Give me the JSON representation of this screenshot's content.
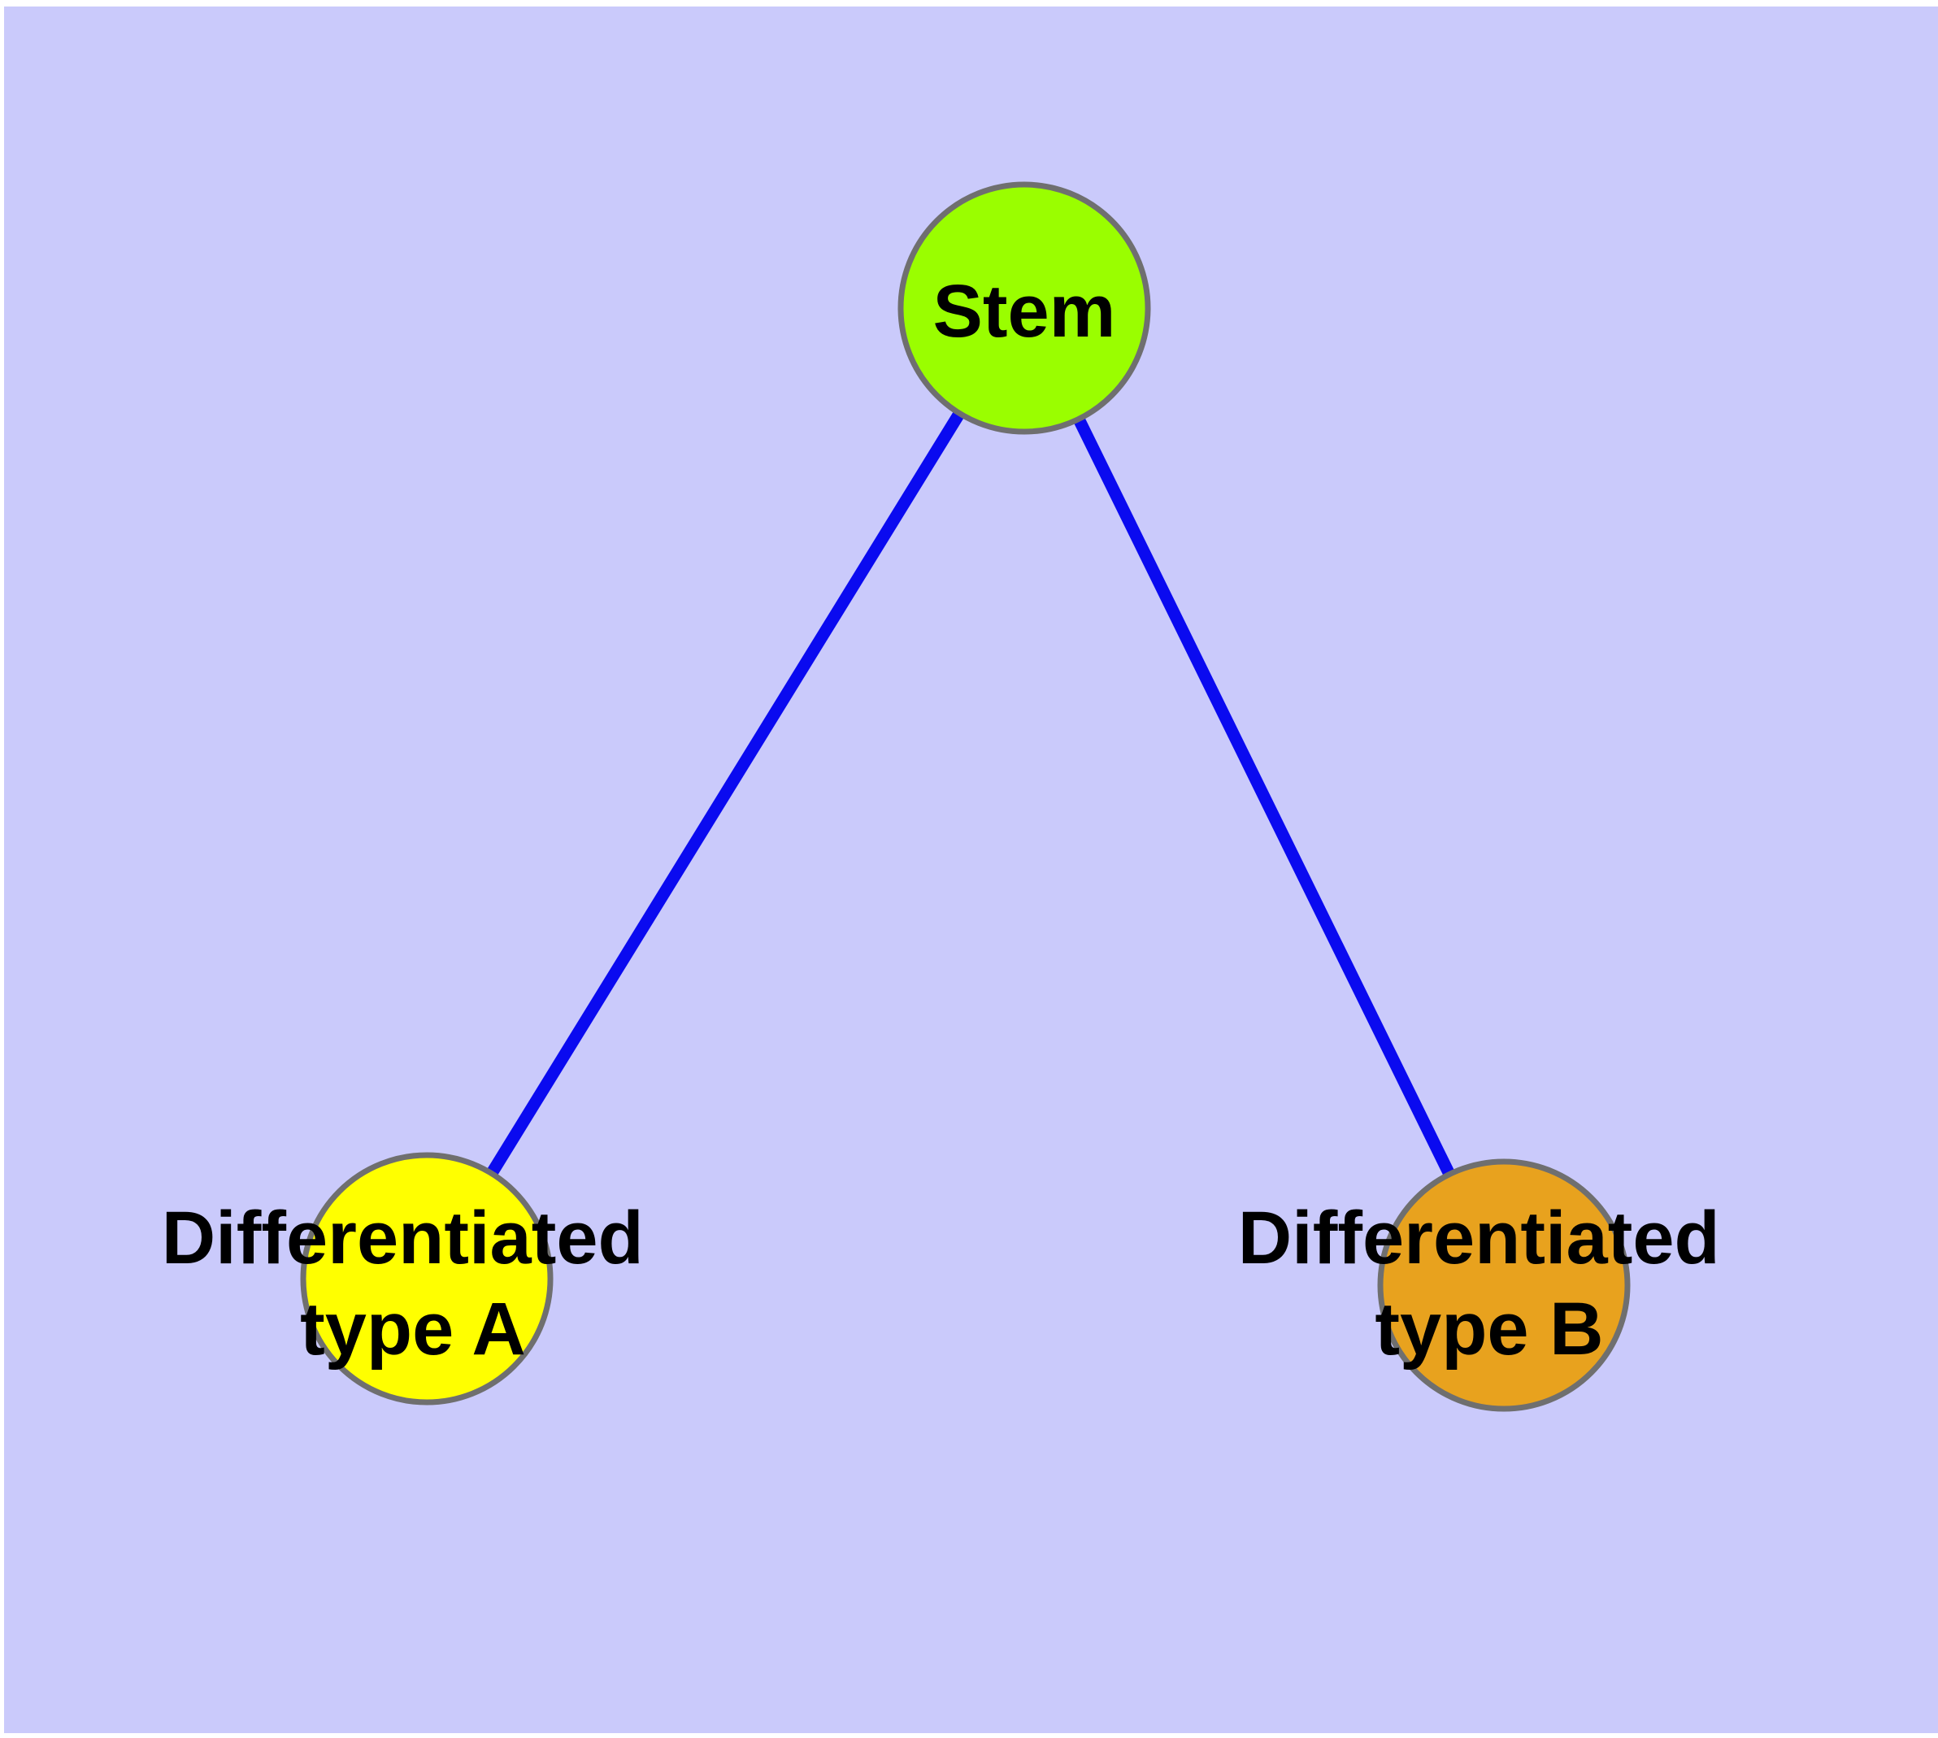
{
  "diagram": {
    "type": "node-link-graph",
    "nodes": [
      {
        "id": "stem",
        "label": "Stem",
        "color": "#9AFE00",
        "shape": "circle"
      },
      {
        "id": "type-a",
        "label": "Differentiated type A",
        "label_lines": [
          "Differentiated",
          "type A"
        ],
        "color": "#FFFF00",
        "shape": "circle"
      },
      {
        "id": "type-b",
        "label": "Differentiated type B",
        "label_lines": [
          "Differentiated",
          "type B"
        ],
        "color": "#E8A21E",
        "shape": "circle"
      }
    ],
    "edges": [
      {
        "from": "stem",
        "to": "type-a"
      },
      {
        "from": "stem",
        "to": "type-b"
      }
    ]
  },
  "theme": {
    "background": "#CACAFB",
    "margin": "#FFFFFF",
    "edge-color": "#0A0AF0",
    "node-border": "#6F6F6F",
    "label-color": "#000000"
  }
}
